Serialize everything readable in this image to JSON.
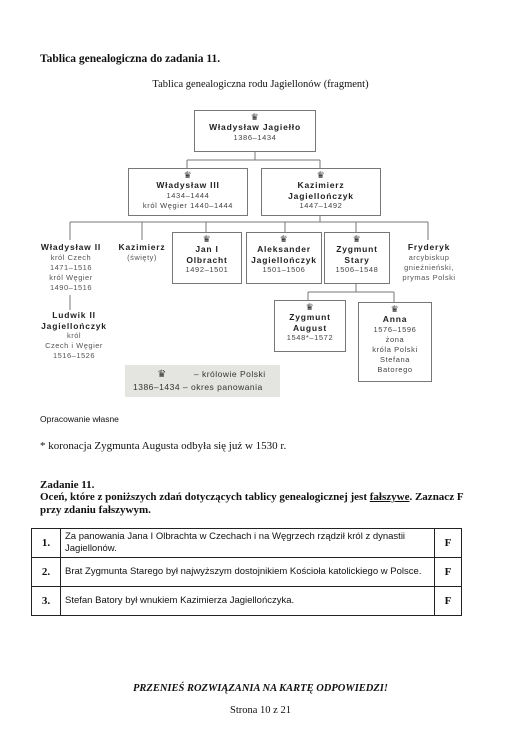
{
  "section_title": "Tablica genealogiczna do zadania 11.",
  "tree_title": "Tablica genealogiczna rodu Jagiellonów (fragment)",
  "crown_symbol": "♛",
  "tree": {
    "wladyslaw_jagiello": {
      "name": "Władysław Jagiełło",
      "years": "1386–1434"
    },
    "wladyslaw_iii": {
      "name": "Władysław III",
      "years": "1434–1444",
      "extra": "król Węgier 1440–1444"
    },
    "kazimierz_jagiellonczyk": {
      "name1": "Kazimierz",
      "name2": "Jagiellończyk",
      "years": "1447–1492"
    },
    "wladyslaw_ii": {
      "name": "Władysław II",
      "l1": "król Czech",
      "l2": "1471–1516",
      "l3": "król Węgier",
      "l4": "1490–1516"
    },
    "kazimierz_swiety": {
      "name": "Kazimierz",
      "l1": "(święty)"
    },
    "jan_olbracht": {
      "name1": "Jan I",
      "name2": "Olbracht",
      "years": "1492–1501"
    },
    "aleksander": {
      "name1": "Aleksander",
      "name2": "Jagiellończyk",
      "years": "1501–1506"
    },
    "zygmunt_stary": {
      "name1": "Zygmunt",
      "name2": "Stary",
      "years": "1506–1548"
    },
    "fryderyk": {
      "name": "Fryderyk",
      "l1": "arcybiskup",
      "l2": "gnieźnieński,",
      "l3": "prymas Polski"
    },
    "ludwik_ii": {
      "name1": "Ludwik II",
      "name2": "Jagiellończyk",
      "l1": "król",
      "l2": "Czech i Węgier",
      "l3": "1516–1526"
    },
    "zygmunt_august": {
      "name1": "Zygmunt",
      "name2": "August",
      "years": "1548*–1572"
    },
    "anna": {
      "name": "Anna",
      "l1": "1576–1596",
      "l2": "żona",
      "l3": "króla Polski",
      "l4": "Stefana",
      "l5": "Batorego"
    }
  },
  "legend": {
    "crown_desc": "–  królowie Polski",
    "years_example": "1386–1434",
    "years_desc": "– okres panowania"
  },
  "source": "Opracowanie własne",
  "note": "* koronacja Zygmunta Augusta odbyła się już w 1530 r.",
  "task": {
    "title": "Zadanie 11.",
    "instruction_part1": "Oceń, które z poniższych zdań dotyczących tablicy genealogicznej jest ",
    "instruction_underlined": "fałszywe",
    "instruction_part2": ". Zaznacz F przy zdaniu fałszywym.",
    "rows": [
      {
        "num": "1.",
        "text": "Za panowania Jana I Olbrachta w Czechach i na Węgrzech rządził król z dynastii Jagiellonów.",
        "answer": "F"
      },
      {
        "num": "2.",
        "text": "Brat Zygmunta Starego był najwyższym dostojnikiem Kościoła katolickiego w Polsce.",
        "answer": "F"
      },
      {
        "num": "3.",
        "text": "Stefan Batory był wnukiem Kazimierza Jagiellończyka.",
        "answer": "F"
      }
    ]
  },
  "footer_instruction": "PRZENIEŚ ROZWIĄZANIA NA KARTĘ ODPOWIEDZI!",
  "page_number": "Strona 10 z 21"
}
